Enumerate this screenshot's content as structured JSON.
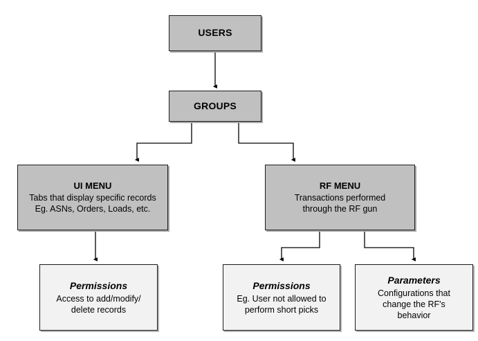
{
  "diagram": {
    "type": "flowchart",
    "colors": {
      "shaded_fill": "#c0c0c0",
      "plain_fill": "#f2f2f2",
      "border": "#1a1a1a",
      "connector": "#000000",
      "background": "#ffffff"
    },
    "nodes": [
      {
        "id": "users",
        "title": "USERS",
        "style": "shaded",
        "title_style": "bold-caps",
        "description": ""
      },
      {
        "id": "groups",
        "title": "GROUPS",
        "style": "shaded",
        "title_style": "bold-caps",
        "description": ""
      },
      {
        "id": "ui_menu",
        "title": "UI MENU",
        "style": "shaded",
        "title_style": "bold-caps",
        "description": "Tabs that display specific records\nEg. ASNs, Orders, Loads, etc."
      },
      {
        "id": "rf_menu",
        "title": "RF MENU",
        "style": "shaded",
        "title_style": "bold-caps",
        "description": "Transactions performed\nthrough the RF gun"
      },
      {
        "id": "ui_permissions",
        "title": "Permissions",
        "style": "plain",
        "title_style": "bold-italic",
        "description": "Access to add/modify/\ndelete records"
      },
      {
        "id": "rf_permissions",
        "title": "Permissions",
        "style": "plain",
        "title_style": "bold-italic",
        "description": "Eg. User not allowed to\nperform short picks"
      },
      {
        "id": "rf_parameters",
        "title": "Parameters",
        "style": "plain",
        "title_style": "bold-italic",
        "description": "Configurations that\nchange the RF's\nbehavior"
      }
    ],
    "edges": [
      {
        "from": "users",
        "to": "groups",
        "shape": "straight-down",
        "arrow": "filled-triangle"
      },
      {
        "from": "groups",
        "to": "ui_menu",
        "shape": "elbow-left",
        "arrow": "filled-triangle"
      },
      {
        "from": "groups",
        "to": "rf_menu",
        "shape": "elbow-right",
        "arrow": "filled-triangle"
      },
      {
        "from": "ui_menu",
        "to": "ui_permissions",
        "shape": "straight-down",
        "arrow": "filled-triangle"
      },
      {
        "from": "rf_menu",
        "to": "rf_permissions",
        "shape": "elbow-left",
        "arrow": "filled-triangle"
      },
      {
        "from": "rf_menu",
        "to": "rf_parameters",
        "shape": "elbow-right",
        "arrow": "filled-triangle"
      }
    ]
  }
}
